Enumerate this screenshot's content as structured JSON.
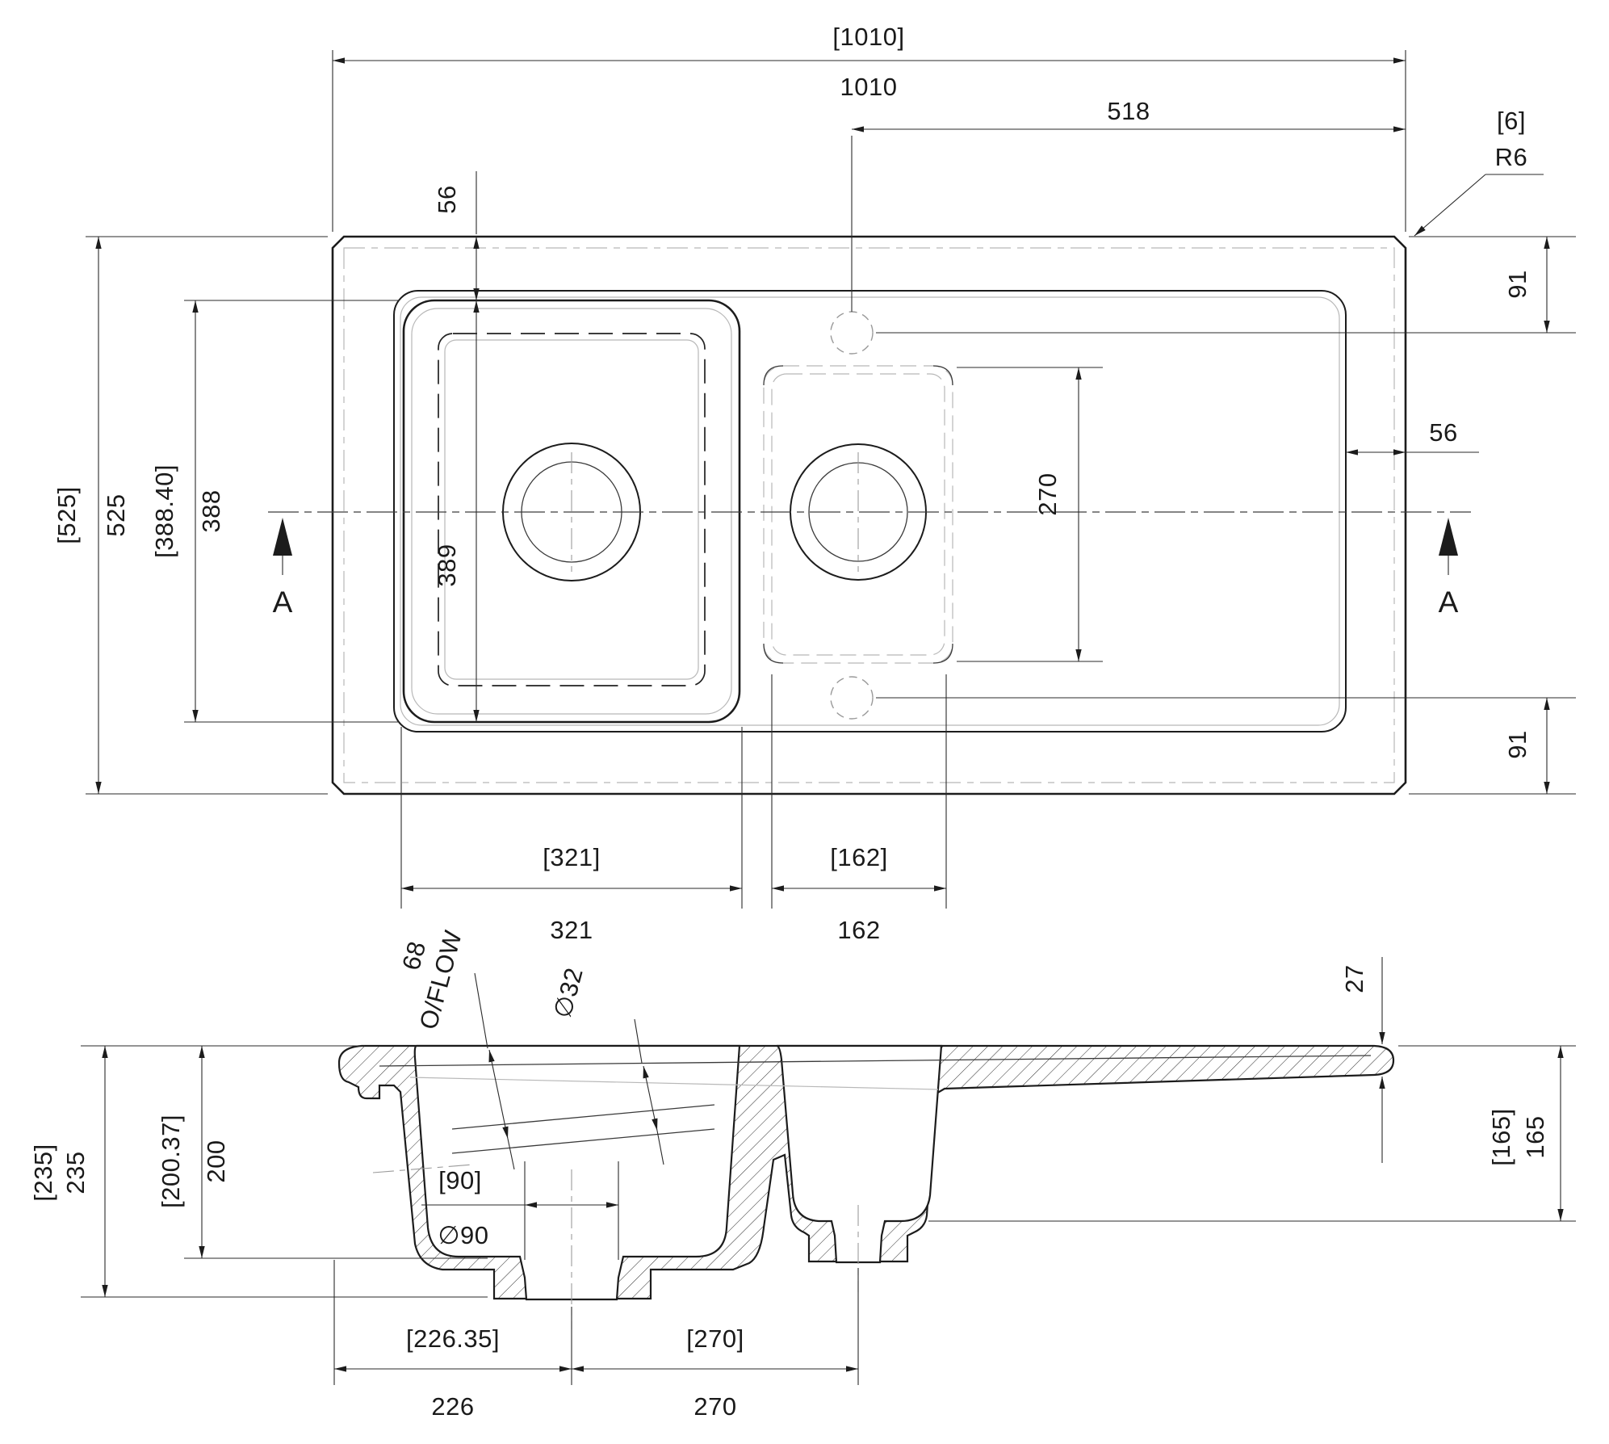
{
  "meta": {
    "type": "technical-drawing",
    "subject": "1.5 bowl kitchen sink with drainer, plan and section views",
    "colors": {
      "line": "#1c1c1c",
      "phantom": "#b8b8b8",
      "background": "#ffffff"
    }
  },
  "plan": {
    "dim_overall_width_bracket": "[1010]",
    "dim_overall_width": "1010",
    "dim_tap_to_edge": "518",
    "corner_radius_bracket": "[6]",
    "corner_radius": "R6",
    "dim_rim_top": "56",
    "dim_rim_right": "56",
    "dim_edge_to_tap_top": "91",
    "dim_edge_to_tap_bottom": "91",
    "dim_overall_depth_bracket": "[525]",
    "dim_overall_depth": "525",
    "dim_bowl_span_bracket": "[388.40]",
    "dim_bowl_span": "388",
    "dim_bowl_inner": "389",
    "dim_half_bowl_length": "270",
    "dim_bowl_width_bracket": "[321]",
    "dim_bowl_width": "321",
    "dim_half_bowl_width_bracket": "[162]",
    "dim_half_bowl_width": "162",
    "section_marker_left": "A",
    "section_marker_right": "A"
  },
  "section": {
    "dim_overflow": "68",
    "overflow_label": "O/FLOW",
    "dim_overflow_dia": "∅32",
    "dim_edge_thickness": "27",
    "dim_overall_height_bracket": "[235]",
    "dim_overall_height": "235",
    "dim_bowl_depth_bracket": "[200.37]",
    "dim_bowl_depth": "200",
    "dim_waste_bracket": "[90]",
    "dim_waste_dia": "∅90",
    "dim_half_bowl_depth_bracket": "[165]",
    "dim_half_bowl_depth": "165",
    "dim_left_to_waste_bracket": "[226.35]",
    "dim_left_to_waste": "226",
    "dim_waste_to_waste_bracket": "[270]",
    "dim_waste_to_waste": "270"
  }
}
